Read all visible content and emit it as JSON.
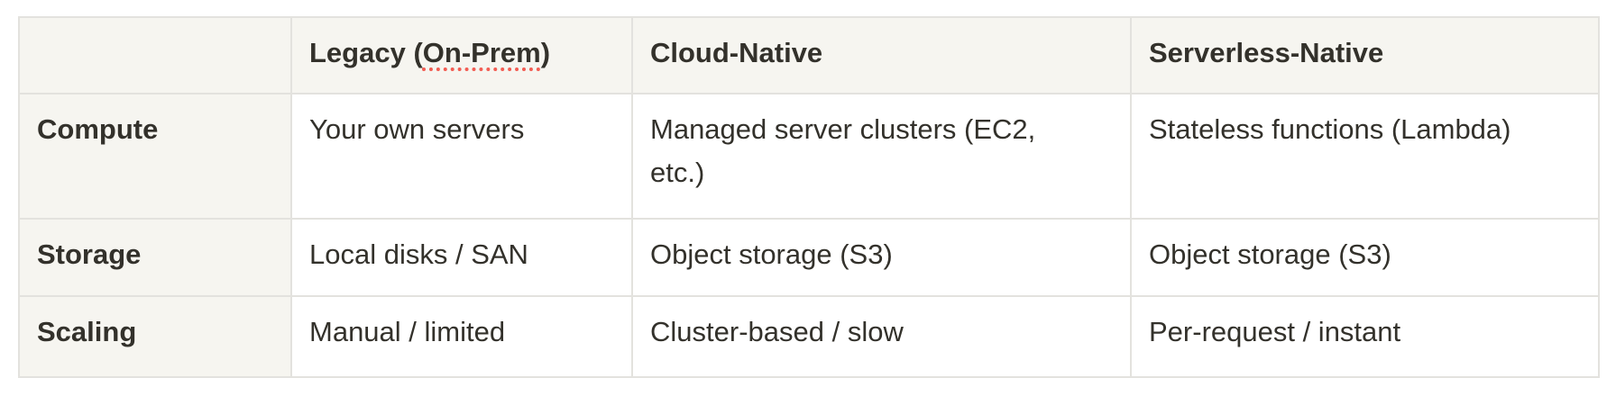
{
  "theme": {
    "page_background": "#ffffff",
    "header_cell_background": "#f6f5f0",
    "data_cell_background": "#ffffff",
    "border_color": "#e3e2de",
    "text_color": "#33312b",
    "spellcheck_underline_color": "#f25d53"
  },
  "table": {
    "columns": [
      {
        "label": ""
      },
      {
        "label_prefix": "Legacy (",
        "label_misspelled": "On-Prem",
        "label_suffix": ")"
      },
      {
        "label": "Cloud-Native"
      },
      {
        "label": "Serverless-Native"
      }
    ],
    "rows": [
      {
        "label": "Compute",
        "cells": [
          "Your own servers",
          "Managed server clusters (EC2,\netc.)",
          "Stateless functions (Lambda)"
        ]
      },
      {
        "label": "Storage",
        "cells": [
          "Local disks / SAN",
          "Object storage (S3)",
          "Object storage (S3)"
        ]
      },
      {
        "label": "Scaling",
        "cells": [
          "Manual / limited",
          "Cluster-based / slow",
          "Per-request / instant"
        ]
      }
    ]
  }
}
